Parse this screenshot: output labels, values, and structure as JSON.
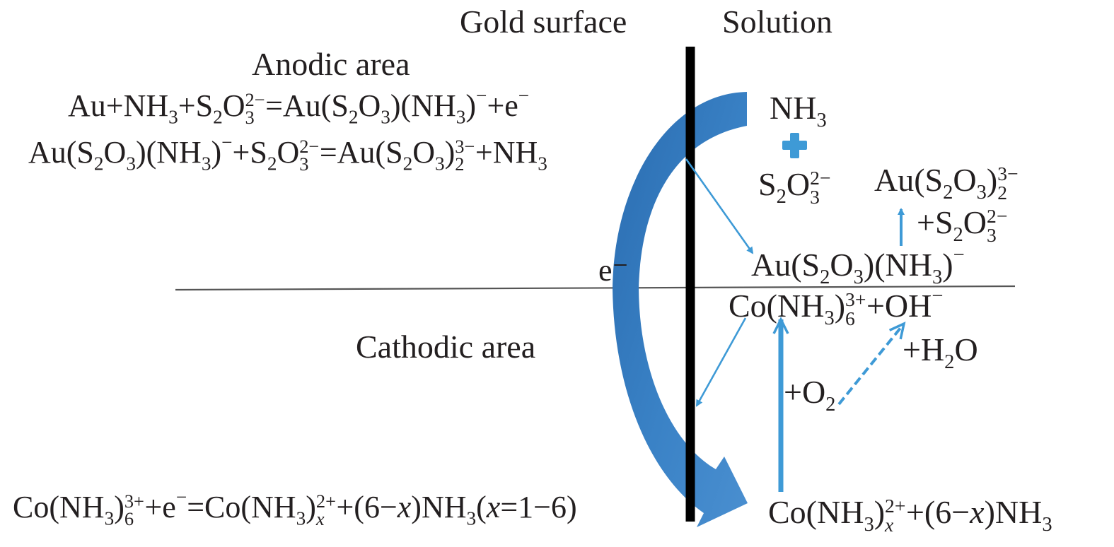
{
  "headers": {
    "gold_surface": "Gold  surface",
    "solution": "Solution"
  },
  "regions": {
    "anodic_area": "Anodic area",
    "cathodic_area": "Cathodic area"
  },
  "electron_label": "e⁻",
  "anodic_reactions": [
    "Au+NH3+S2O3^2−=Au(S2O3)(NH3)^−+e^−",
    "Au(S2O3)(NH3)^−+S2O3^2−=Au(S2O3)2^3−+NH3"
  ],
  "cathodic_reaction": "Co(NH3)6^3++e^−=Co(NH3)x^2++(6−x)NH3(x=1−6)",
  "solution_species": {
    "nh3": "NH3",
    "thiosulfate": "S2O3^2−",
    "gold_complex_product": "Au(S2O3)2^3−",
    "plus_thiosulfate": "+S2O3^2−",
    "gold_intermediate": "Au(S2O3)(NH3)^−",
    "cobalt_hydroxide": "Co(NH3)6^3++OH^−",
    "plus_water": "+H2O",
    "plus_oxygen": "+O2",
    "cobalt_reduced": "Co(NH3)x^2++(6−x)NH3"
  },
  "colors": {
    "text": "#231f20",
    "arrow_blue": "#3e9ad6",
    "big_arrow_dark": "#2a6cb0",
    "big_arrow_light": "#4a8fd0",
    "interface_line": "#000000",
    "divider_line": "#555555"
  }
}
